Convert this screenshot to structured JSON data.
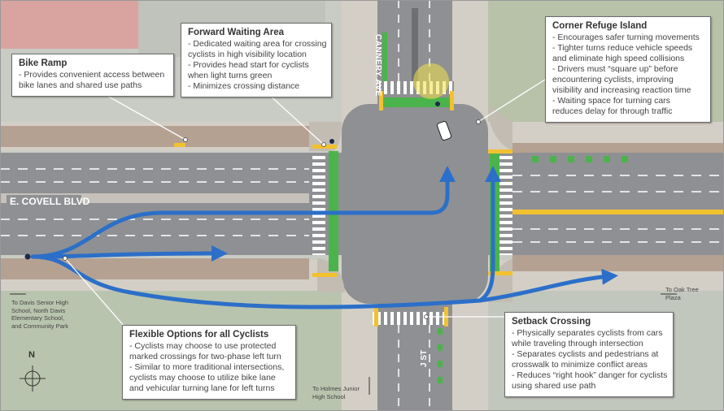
{
  "streets": {
    "main": "E. COVELL BLVD",
    "north": "CANNERY AVE",
    "south": "J ST"
  },
  "callouts": {
    "bike_ramp": {
      "title": "Bike Ramp",
      "lines": [
        "- Provides convenient access between",
        "bike lanes and shared use paths"
      ]
    },
    "forward_waiting": {
      "title": "Forward Waiting Area",
      "lines": [
        "- Dedicated waiting area for crossing",
        "cyclists in high visibility location",
        "- Provides head start for cyclists",
        "when light turns green",
        "- Minimizes crossing distance"
      ]
    },
    "corner_refuge": {
      "title": "Corner Refuge Island",
      "lines": [
        "- Encourages safer turning movements",
        "- Tighter turns reduce vehicle speeds",
        "and eliminate high speed collisions",
        "- Drivers must “square up” before",
        "encountering cyclists, improving",
        "visibility and increasing reaction time",
        "- Waiting space for turning cars",
        "reduces delay for through traffic"
      ]
    },
    "flexible": {
      "title": "Flexible Options for all Cyclists",
      "lines": [
        "- Cyclists may choose to use protected",
        "marked crossings for two-phase left turn",
        "- Similar to more traditional intersections,",
        "cyclists may choose to utilize bike lane",
        "and vehicular turning lane for left turns"
      ]
    },
    "setback": {
      "title": "Setback Crossing",
      "lines": [
        "- Physically separates cyclists from cars",
        "while traveling through intersection",
        "- Separates cyclists and pedestrians at",
        "crosswalk to minimize conflict areas",
        "- Reduces “right hook” danger for cyclists",
        "using shared use path"
      ]
    }
  },
  "destinations": {
    "west": [
      "To Davis Senior High",
      "School, North Davis",
      "Elementary School,",
      "and Community Park"
    ],
    "east": [
      "To Oak Tree",
      "Plaza"
    ],
    "south": [
      "To Holmes Junior",
      "High School"
    ]
  },
  "compass": {
    "label": "N"
  },
  "colors": {
    "bike_path": "#2c6fc9",
    "green_lane": "#4bb34b",
    "curb_yellow": "#f2c12e",
    "road": "#8f9093",
    "sidewalk": "#d4cfc6",
    "median": "#b5a192"
  }
}
